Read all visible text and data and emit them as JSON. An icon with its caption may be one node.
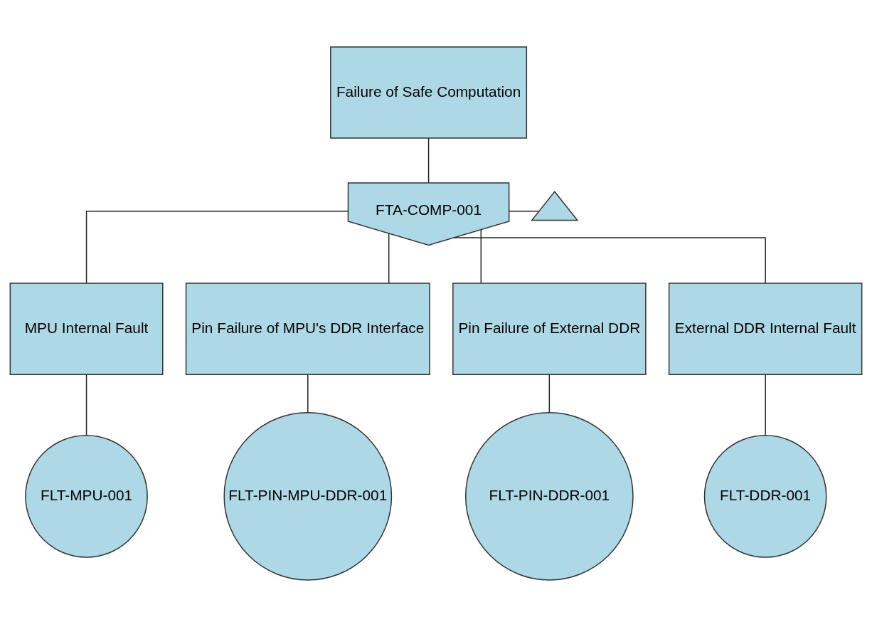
{
  "diagram": {
    "nodes": [
      {
        "text": [
          "Failure of Safe Computation"
        ]
      },
      {
        "text": [
          "FTA-COMP-001"
        ]
      },
      {
        "text": [],
        "shape": "triangle"
      },
      {
        "text": [
          "MPU Internal Fault"
        ]
      },
      {
        "text": [
          "Pin Failure of MPU's DDR Interface"
        ]
      },
      {
        "text": [
          "Pin Failure of External DDR"
        ]
      },
      {
        "text": [
          "External DDR Internal Fault"
        ]
      },
      {
        "text": [
          "FLT-MPU-001"
        ]
      },
      {
        "text": [
          "FLT-PIN-MPU-DDR-001"
        ]
      },
      {
        "text": [
          "FLT-PIN-DDR-001"
        ]
      },
      {
        "text": [
          "FLT-DDR-001"
        ]
      }
    ],
    "edges": [
      {
        "from": 0,
        "to": 1,
        "arrow": "none"
      },
      {
        "from": 1,
        "to": 2,
        "arrow": "none"
      },
      {
        "from": 1,
        "to": 3,
        "arrow": "none"
      },
      {
        "from": 1,
        "to": 4,
        "arrow": "none"
      },
      {
        "from": 1,
        "to": 5,
        "arrow": "none"
      },
      {
        "from": 1,
        "to": 6,
        "arrow": "none"
      },
      {
        "from": 3,
        "to": 7,
        "arrow": "none"
      },
      {
        "from": 4,
        "to": 8,
        "arrow": "none"
      },
      {
        "from": 5,
        "to": 9,
        "arrow": "none"
      },
      {
        "from": 6,
        "to": 10,
        "arrow": "none"
      }
    ]
  }
}
